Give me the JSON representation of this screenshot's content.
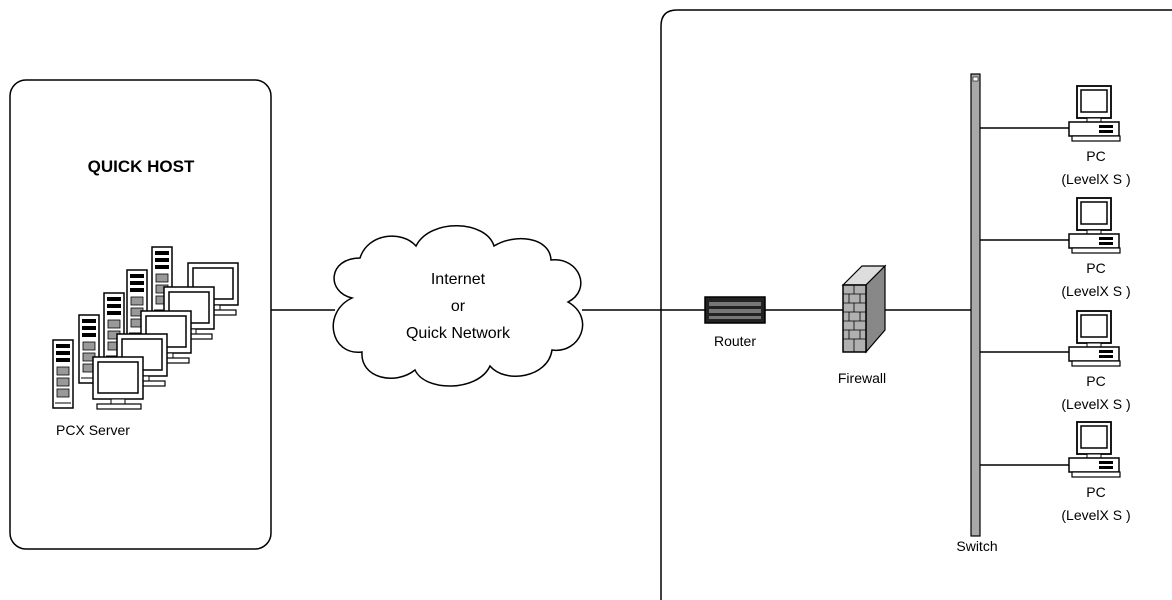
{
  "host": {
    "title": "QUICK HOST",
    "server_label": "PCX Server"
  },
  "cloud": {
    "line1": "Internet",
    "line2": "or",
    "line3": "Quick Network"
  },
  "router": {
    "label": "Router"
  },
  "firewall": {
    "label": "Firewall"
  },
  "switch": {
    "label": "Switch"
  },
  "pcs": [
    {
      "name": "PC",
      "sub": "(LevelX S  )"
    },
    {
      "name": "PC",
      "sub": "(LevelX S  )"
    },
    {
      "name": "PC",
      "sub": "(LevelX S  )"
    },
    {
      "name": "PC",
      "sub": "(LevelX S  )"
    }
  ],
  "colors": {
    "line": "#000000",
    "device_fill": "#ffffff",
    "device_gray": "#9a9a9a",
    "router_dark": "#222222",
    "brick": "#b0b0b0"
  }
}
